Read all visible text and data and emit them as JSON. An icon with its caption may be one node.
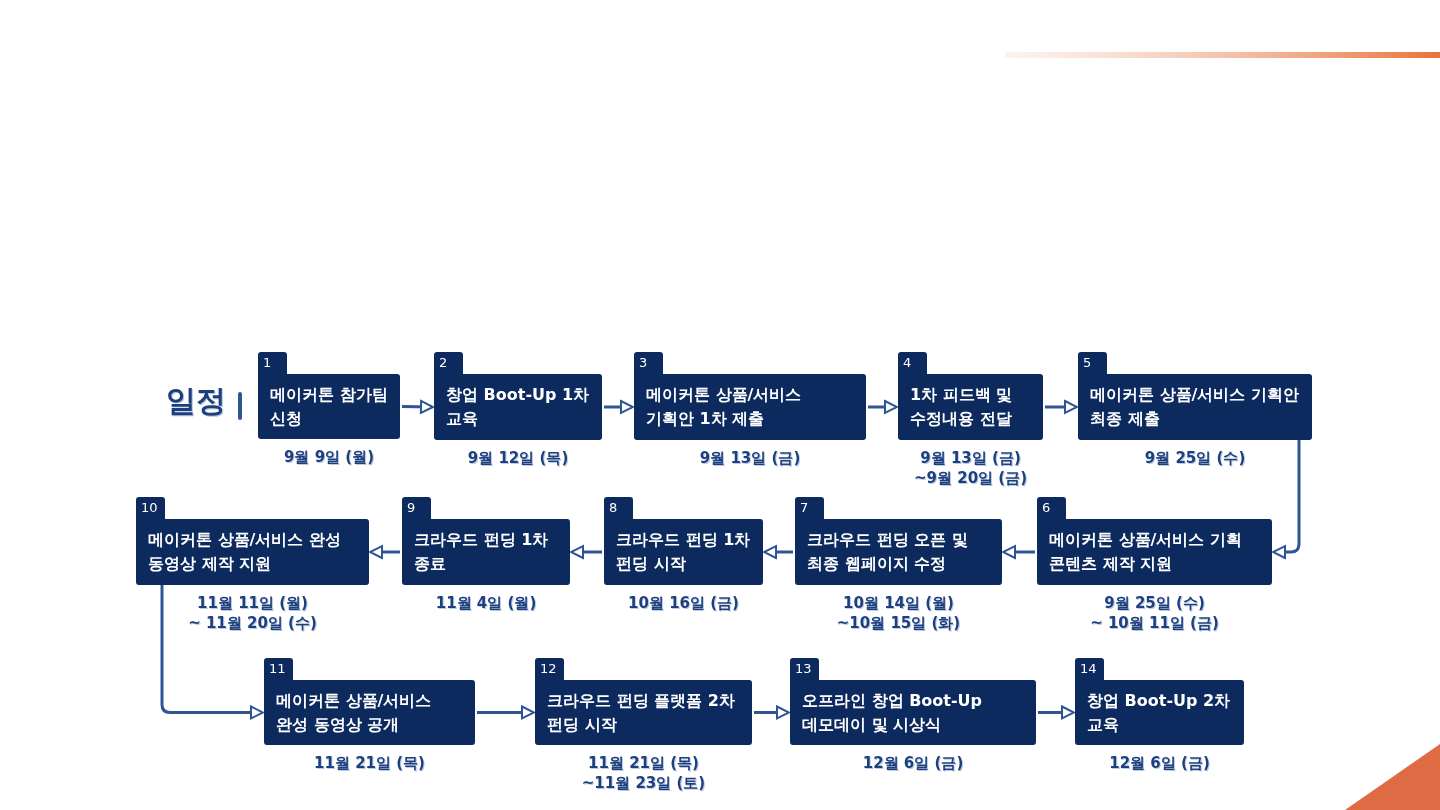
{
  "diagram": {
    "title": "일정",
    "nodes": [
      {
        "text": [
          "1",
          "메이커톤 참가팀 신청"
        ],
        "beside": [
          "9월 9일 (월)"
        ]
      },
      {
        "text": [
          "2",
          "창업 Boot-Up 1차 교육"
        ],
        "beside": [
          "9월 12일 (목)"
        ]
      },
      {
        "text": [
          "3",
          "메이커톤 상품/서비스 기획안 1차 제출"
        ],
        "beside": [
          "9월 13일 (금)"
        ]
      },
      {
        "text": [
          "4",
          "1차 피드백 및 수정내용 전달"
        ],
        "beside": [
          "9월 13일 (금)",
          "~9월 20일 (금)"
        ]
      },
      {
        "text": [
          "5",
          "메이커톤 상품/서비스 기획안 최종 제출"
        ],
        "beside": [
          "9월 25일 (수)"
        ]
      },
      {
        "text": [
          "6",
          "메이커톤 상품/서비스 기획 콘텐츠 제작 지원"
        ],
        "beside": [
          "9월 25일 (수)",
          "~ 10월 11일 (금)"
        ]
      },
      {
        "text": [
          "7",
          "크라우드 펀딩 오픈 및 최종 웹페이지 수정"
        ],
        "beside": [
          "10월 14일 (월)",
          "~10월 15일 (화)"
        ]
      },
      {
        "text": [
          "8",
          "크라우드 펀딩 1차 펀딩 시작"
        ],
        "beside": [
          "10월 16일 (금)"
        ]
      },
      {
        "text": [
          "9",
          "크라우드 펀딩 1차 종료"
        ],
        "beside": [
          "11월 4일 (월)"
        ]
      },
      {
        "text": [
          "10",
          "메이커톤 상품/서비스 완성 동영상 제작 지원"
        ],
        "beside": [
          "11월 11일 (월)",
          "~ 11월 20일 (수)"
        ]
      },
      {
        "text": [
          "11",
          "메이커톤 상품/서비스 완성 동영상 공개"
        ],
        "beside": [
          "11월 21일 (목)"
        ]
      },
      {
        "text": [
          "12",
          "크라우드 펀딩 플랫폼 2차 펀딩 시작"
        ],
        "beside": [
          "11월 21일 (목)",
          "~11월 23일 (토)"
        ]
      },
      {
        "text": [
          "13",
          "오프라인 창업 Boot-Up 데모데이 및 시상식"
        ],
        "beside": [
          "12월 6일 (금)"
        ]
      },
      {
        "text": [
          "14",
          "창업 Boot-Up 2차 교육"
        ],
        "beside": [
          "12월 6일 (금)"
        ]
      }
    ],
    "edges": [
      {
        "from": 0,
        "to": 1,
        "arrow": "to"
      },
      {
        "from": 1,
        "to": 2,
        "arrow": "to"
      },
      {
        "from": 2,
        "to": 3,
        "arrow": "to"
      },
      {
        "from": 3,
        "to": 4,
        "arrow": "to"
      },
      {
        "from": 4,
        "to": 5,
        "arrow": "to"
      },
      {
        "from": 5,
        "to": 6,
        "arrow": "to"
      },
      {
        "from": 6,
        "to": 7,
        "arrow": "to"
      },
      {
        "from": 7,
        "to": 8,
        "arrow": "to"
      },
      {
        "from": 8,
        "to": 9,
        "arrow": "to"
      },
      {
        "from": 9,
        "to": 10,
        "arrow": "to"
      },
      {
        "from": 10,
        "to": 11,
        "arrow": "to"
      },
      {
        "from": 11,
        "to": 12,
        "arrow": "to"
      },
      {
        "from": 12,
        "to": 13,
        "arrow": "to"
      }
    ]
  }
}
